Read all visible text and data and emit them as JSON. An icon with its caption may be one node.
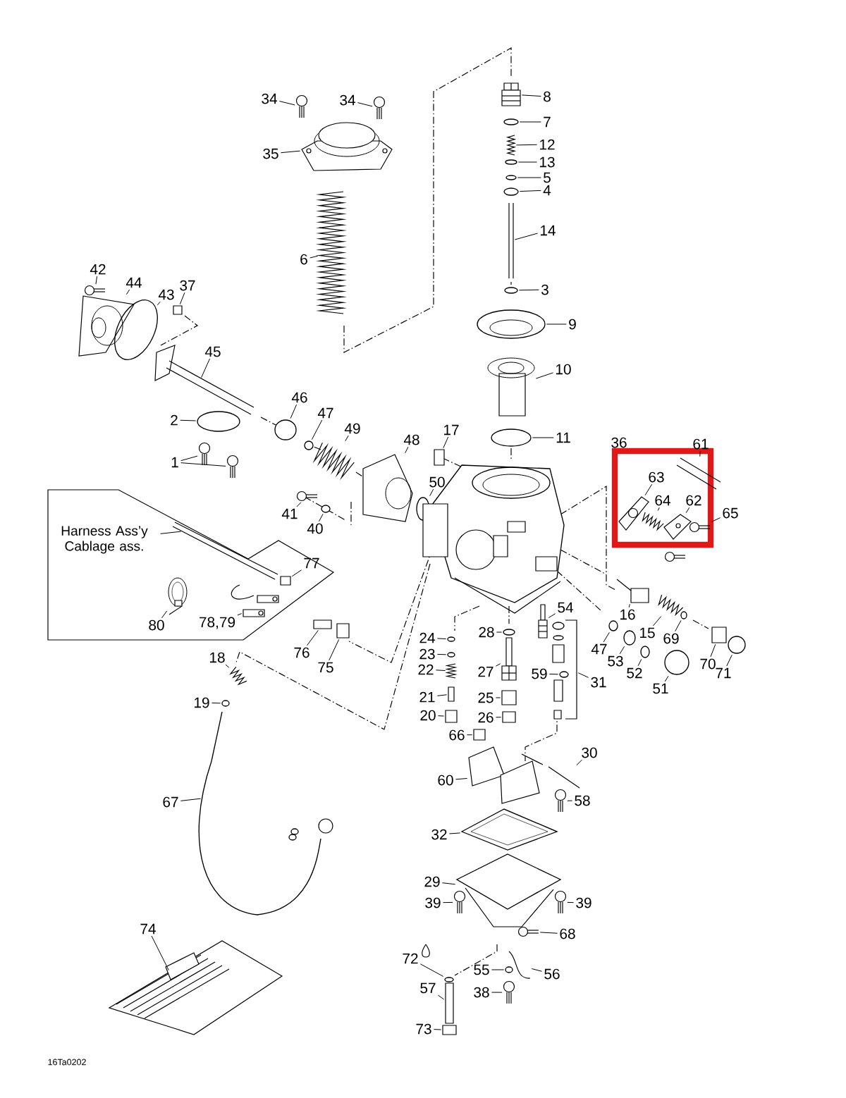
{
  "diagram": {
    "nodes": [
      {
        "text": [
          "34"
        ]
      },
      {
        "text": [
          "34"
        ]
      },
      {
        "text": [
          "35"
        ]
      },
      {
        "text": [
          "8"
        ]
      },
      {
        "text": [
          "7"
        ]
      },
      {
        "text": [
          "12"
        ]
      },
      {
        "text": [
          "13"
        ]
      },
      {
        "text": [
          "5"
        ]
      },
      {
        "text": [
          "4"
        ]
      },
      {
        "text": [
          "14"
        ]
      },
      {
        "text": [
          "6"
        ]
      },
      {
        "text": [
          "42"
        ]
      },
      {
        "text": [
          "44"
        ]
      },
      {
        "text": [
          "37"
        ]
      },
      {
        "text": [
          "3"
        ]
      },
      {
        "text": [
          "43"
        ]
      },
      {
        "text": [
          "9"
        ]
      },
      {
        "text": [
          "45"
        ]
      },
      {
        "text": [
          "10"
        ]
      },
      {
        "text": [
          "46"
        ]
      },
      {
        "text": [
          "47"
        ]
      },
      {
        "text": [
          "2"
        ]
      },
      {
        "text": [
          "49"
        ]
      },
      {
        "text": [
          "17"
        ]
      },
      {
        "text": [
          "11"
        ]
      },
      {
        "text": [
          "48"
        ]
      },
      {
        "text": [
          "61"
        ]
      },
      {
        "text": [
          "1"
        ]
      },
      {
        "text": [
          "63"
        ]
      },
      {
        "text": [
          "50"
        ]
      },
      {
        "text": [
          "64"
        ]
      },
      {
        "text": [
          "62"
        ]
      },
      {
        "text": [
          "41"
        ]
      },
      {
        "text": [
          "65"
        ]
      },
      {
        "text": [
          "40"
        ]
      },
      {
        "text": [],
        "shape": "box"
      },
      {
        "text": [
          "Harness Ass’y Cablage ass."
        ],
        "in": 35
      },
      {
        "text": [
          "77"
        ],
        "in": 35
      },
      {
        "text": [
          "54"
        ]
      },
      {
        "text": [
          "16"
        ]
      },
      {
        "text": [
          "78,79"
        ],
        "in": 35
      },
      {
        "text": [
          "80"
        ],
        "in": 35
      },
      {
        "text": [
          "15"
        ]
      },
      {
        "text": [
          "28"
        ]
      },
      {
        "text": [
          "24"
        ]
      },
      {
        "text": [
          "69"
        ]
      },
      {
        "text": [
          "47"
        ]
      },
      {
        "text": [
          "76"
        ]
      },
      {
        "text": [
          "23"
        ]
      },
      {
        "text": [
          "18"
        ]
      },
      {
        "text": [
          "53"
        ]
      },
      {
        "text": [
          "70"
        ]
      },
      {
        "text": [
          "75"
        ]
      },
      {
        "text": [
          "22"
        ]
      },
      {
        "text": [
          "27"
        ]
      },
      {
        "text": [
          "52"
        ]
      },
      {
        "text": [
          "71"
        ]
      },
      {
        "text": [
          "59"
        ]
      },
      {
        "text": [
          "31"
        ]
      },
      {
        "text": [
          "51"
        ]
      },
      {
        "text": [
          "21"
        ]
      },
      {
        "text": [
          "25"
        ]
      },
      {
        "text": [
          "19"
        ]
      },
      {
        "text": [
          "20"
        ]
      },
      {
        "text": [
          "26"
        ]
      },
      {
        "text": [
          "66"
        ]
      },
      {
        "text": [
          "30"
        ]
      },
      {
        "text": [
          "60"
        ]
      },
      {
        "text": [
          "58"
        ]
      },
      {
        "text": [
          "67"
        ]
      },
      {
        "text": [
          "32"
        ]
      },
      {
        "text": [
          "29"
        ]
      },
      {
        "text": [
          "39"
        ]
      },
      {
        "text": [
          "39"
        ]
      },
      {
        "text": [
          "74"
        ]
      },
      {
        "text": [
          "68"
        ]
      },
      {
        "text": [
          "72"
        ]
      },
      {
        "text": [
          "55"
        ]
      },
      {
        "text": [
          "56"
        ]
      },
      {
        "text": [
          "57"
        ]
      },
      {
        "text": [
          "38"
        ]
      },
      {
        "text": [
          "73"
        ]
      },
      {
        "text": [],
        "shape": "picture"
      },
      {
        "text": [],
        "shape": "picture"
      },
      {
        "text": [],
        "shape": "picture"
      },
      {
        "text": [],
        "shape": "picture"
      },
      {
        "text": [],
        "shape": "circle"
      },
      {
        "text": [],
        "shape": "picture"
      },
      {
        "text": [],
        "shape": "circle"
      },
      {
        "text": [],
        "shape": "circle"
      },
      {
        "text": [],
        "shape": "circle"
      },
      {
        "text": [],
        "shape": "picture"
      },
      {
        "text": [],
        "shape": "picture"
      },
      {
        "text": [],
        "shape": "picture"
      },
      {
        "text": [],
        "shape": "picture"
      },
      {
        "text": [],
        "shape": "box"
      },
      {
        "text": [],
        "shape": "circle"
      },
      {
        "text": [],
        "shape": "picture"
      },
      {
        "text": [],
        "shape": "picture"
      },
      {
        "text": [],
        "shape": "picture"
      },
      {
        "text": [],
        "shape": "picture"
      },
      {
        "text": [],
        "shape": "circle"
      },
      {
        "text": [],
        "shape": "circle"
      },
      {
        "text": [],
        "shape": "circle"
      },
      {
        "text": [],
        "shape": "picture"
      },
      {
        "text": [],
        "shape": "box"
      },
      {
        "text": [],
        "shape": "circle"
      },
      {
        "text": [],
        "shape": "picture"
      },
      {
        "text": [],
        "shape": "picture"
      },
      {
        "text": [],
        "shape": "picture"
      },
      {
        "text": [],
        "shape": "picture"
      },
      {
        "text": [],
        "shape": "picture"
      },
      {
        "text": [],
        "shape": "circle"
      },
      {
        "text": [],
        "shape": "picture"
      },
      {
        "text": [],
        "shape": "picture"
      },
      {
        "text": [],
        "shape": "picture"
      },
      {
        "text": [],
        "shape": "picture"
      },
      {
        "text": [],
        "shape": "circle"
      },
      {
        "text": [],
        "shape": "picture",
        "in": 35
      },
      {
        "text": [],
        "shape": "box",
        "in": 35
      },
      {
        "text": [],
        "shape": "picture"
      },
      {
        "text": [],
        "shape": "picture"
      },
      {
        "text": [],
        "shape": "picture",
        "in": 35
      },
      {
        "text": [],
        "shape": "picture",
        "in": 35
      },
      {
        "text": [],
        "shape": "picture"
      },
      {
        "text": [],
        "shape": "circle"
      },
      {
        "text": [],
        "shape": "circle"
      },
      {
        "text": [],
        "shape": "circle"
      },
      {
        "text": [],
        "shape": "circle"
      },
      {
        "text": [],
        "shape": "box"
      },
      {
        "text": [],
        "shape": "circle"
      },
      {
        "text": [],
        "shape": "picture"
      },
      {
        "text": [],
        "shape": "circle"
      },
      {
        "text": [],
        "shape": "box"
      },
      {
        "text": [],
        "shape": "box"
      },
      {
        "text": [],
        "shape": "picture"
      },
      {
        "text": [],
        "shape": "picture"
      },
      {
        "text": [],
        "shape": "circle"
      },
      {
        "text": [],
        "shape": "circle"
      },
      {
        "text": [],
        "shape": "circle"
      },
      {
        "text": [],
        "shape": "bracket"
      },
      {
        "text": [],
        "shape": "circle"
      },
      {
        "text": [],
        "shape": "box"
      },
      {
        "text": [],
        "shape": "box"
      },
      {
        "text": [],
        "shape": "circle"
      },
      {
        "text": [],
        "shape": "box"
      },
      {
        "text": [],
        "shape": "box"
      },
      {
        "text": [],
        "shape": "box"
      },
      {
        "text": [],
        "shape": "picture"
      },
      {
        "text": [],
        "shape": "picture"
      },
      {
        "text": [],
        "shape": "picture"
      },
      {
        "text": [],
        "shape": "picture"
      },
      {
        "text": [],
        "shape": "picture"
      },
      {
        "text": [],
        "shape": "picture"
      },
      {
        "text": [],
        "shape": "picture"
      },
      {
        "text": [],
        "shape": "picture"
      },
      {
        "text": [],
        "shape": "picture"
      },
      {
        "text": [],
        "shape": "picture"
      },
      {
        "text": [],
        "shape": "circle"
      },
      {
        "text": [],
        "shape": "circle"
      },
      {
        "text": [],
        "shape": "picture"
      },
      {
        "text": [],
        "shape": "box"
      },
      {
        "text": [],
        "shape": "picture"
      },
      {
        "text": [],
        "shape": "box"
      },
      {
        "text": [],
        "shape": "picture"
      }
    ],
    "edges": [
      {
        "from": 0,
        "to": 82,
        "arrow": "none"
      },
      {
        "from": 1,
        "to": 83,
        "arrow": "none"
      },
      {
        "from": 2,
        "to": 84,
        "arrow": "none"
      },
      {
        "from": 3,
        "to": 85,
        "arrow": "none"
      },
      {
        "from": 4,
        "to": 86,
        "arrow": "none"
      },
      {
        "from": 5,
        "to": 87,
        "arrow": "none"
      },
      {
        "from": 6,
        "to": 88,
        "arrow": "none"
      },
      {
        "from": 7,
        "to": 89,
        "arrow": "none"
      },
      {
        "from": 8,
        "to": 90,
        "arrow": "none"
      },
      {
        "from": 9,
        "to": 91,
        "arrow": "none"
      },
      {
        "from": 10,
        "to": 92,
        "arrow": "none"
      },
      {
        "from": 11,
        "to": 93,
        "arrow": "none"
      },
      {
        "from": 12,
        "to": 94,
        "arrow": "none"
      },
      {
        "from": 13,
        "to": 95,
        "arrow": "none"
      },
      {
        "from": 14,
        "to": 96,
        "arrow": "none"
      },
      {
        "from": 15,
        "to": 97,
        "arrow": "none"
      },
      {
        "from": 16,
        "to": 98,
        "arrow": "none"
      },
      {
        "from": 17,
        "to": 99,
        "arrow": "none"
      },
      {
        "from": 18,
        "to": 100,
        "arrow": "none"
      },
      {
        "from": 19,
        "to": 101,
        "arrow": "none"
      },
      {
        "from": 20,
        "to": 102,
        "arrow": "none"
      },
      {
        "from": 21,
        "to": 103,
        "arrow": "none"
      },
      {
        "from": 22,
        "to": 104,
        "arrow": "none"
      },
      {
        "from": 23,
        "to": 105,
        "arrow": "none"
      },
      {
        "from": 24,
        "to": 106,
        "arrow": "none"
      },
      {
        "from": 25,
        "to": 107,
        "arrow": "none"
      },
      {
        "from": 26,
        "to": 108,
        "arrow": "none"
      },
      {
        "from": 27,
        "to": 109,
        "arrow": "none"
      },
      {
        "from": 27,
        "to": 110,
        "arrow": "none"
      },
      {
        "from": 28,
        "to": 111,
        "arrow": "none"
      },
      {
        "from": 29,
        "to": 112,
        "arrow": "none"
      },
      {
        "from": 30,
        "to": 113,
        "arrow": "none"
      },
      {
        "from": 31,
        "to": 114,
        "arrow": "none"
      },
      {
        "from": 32,
        "to": 115,
        "arrow": "none"
      },
      {
        "from": 33,
        "to": 116,
        "arrow": "none"
      },
      {
        "from": 34,
        "to": 117,
        "arrow": "none"
      },
      {
        "from": 36,
        "to": 118,
        "arrow": "none"
      },
      {
        "from": 37,
        "to": 119,
        "arrow": "none"
      },
      {
        "from": 38,
        "to": 120,
        "arrow": "none"
      },
      {
        "from": 39,
        "to": 121,
        "arrow": "none"
      },
      {
        "from": 40,
        "to": 122,
        "arrow": "none"
      },
      {
        "from": 41,
        "to": 123,
        "arrow": "none"
      },
      {
        "from": 42,
        "to": 124,
        "arrow": "none"
      },
      {
        "from": 43,
        "to": 125,
        "arrow": "none"
      },
      {
        "from": 44,
        "to": 126,
        "arrow": "none"
      },
      {
        "from": 45,
        "to": 127,
        "arrow": "none"
      },
      {
        "from": 46,
        "to": 128,
        "arrow": "none"
      },
      {
        "from": 47,
        "to": 129,
        "arrow": "none"
      },
      {
        "from": 48,
        "to": 130,
        "arrow": "none"
      },
      {
        "from": 49,
        "to": 131,
        "arrow": "none"
      },
      {
        "from": 50,
        "to": 132,
        "arrow": "none"
      },
      {
        "from": 51,
        "to": 133,
        "arrow": "none"
      },
      {
        "from": 52,
        "to": 134,
        "arrow": "none"
      },
      {
        "from": 53,
        "to": 135,
        "arrow": "none"
      },
      {
        "from": 54,
        "to": 136,
        "arrow": "none"
      },
      {
        "from": 55,
        "to": 137,
        "arrow": "none"
      },
      {
        "from": 56,
        "to": 138,
        "arrow": "none"
      },
      {
        "from": 57,
        "to": 139,
        "arrow": "none"
      },
      {
        "from": 58,
        "to": 140,
        "arrow": "none"
      },
      {
        "from": 59,
        "to": 141,
        "arrow": "none"
      },
      {
        "from": 60,
        "to": 142,
        "arrow": "none"
      },
      {
        "from": 61,
        "to": 143,
        "arrow": "none"
      },
      {
        "from": 62,
        "to": 144,
        "arrow": "none"
      },
      {
        "from": 63,
        "to": 145,
        "arrow": "none"
      },
      {
        "from": 64,
        "to": 146,
        "arrow": "none"
      },
      {
        "from": 65,
        "to": 147,
        "arrow": "none"
      },
      {
        "from": 66,
        "to": 148,
        "arrow": "none"
      },
      {
        "from": 67,
        "to": 149,
        "arrow": "none"
      },
      {
        "from": 68,
        "to": 150,
        "arrow": "none"
      },
      {
        "from": 69,
        "to": 151,
        "arrow": "none"
      },
      {
        "from": 70,
        "to": 152,
        "arrow": "none"
      },
      {
        "from": 71,
        "to": 153,
        "arrow": "none"
      },
      {
        "from": 72,
        "to": 154,
        "arrow": "none"
      },
      {
        "from": 73,
        "to": 155,
        "arrow": "none"
      },
      {
        "from": 74,
        "to": 156,
        "arrow": "none"
      },
      {
        "from": 75,
        "to": 157,
        "arrow": "none"
      },
      {
        "from": 76,
        "to": 158,
        "arrow": "none"
      },
      {
        "from": 77,
        "to": 159,
        "arrow": "none"
      },
      {
        "from": 78,
        "to": 160,
        "arrow": "none"
      },
      {
        "from": 79,
        "to": 161,
        "arrow": "none"
      },
      {
        "from": 80,
        "to": 162,
        "arrow": "none"
      },
      {
        "from": 81,
        "to": 163,
        "arrow": "none"
      }
    ],
    "labels": [
      "36",
      "16Ta0202"
    ]
  }
}
